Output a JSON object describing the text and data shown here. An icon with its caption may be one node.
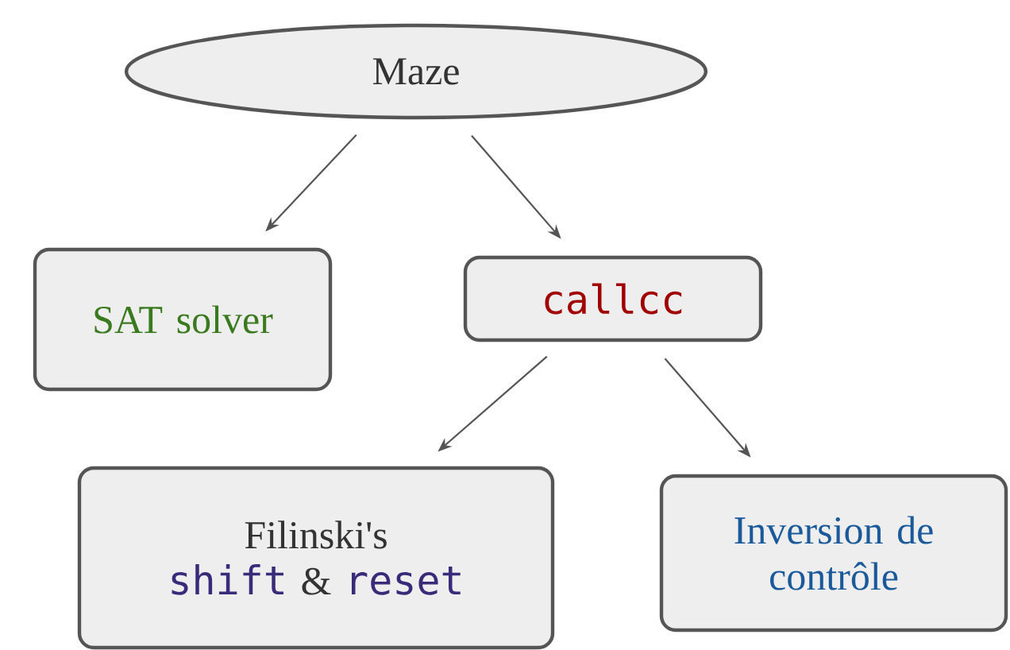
{
  "diagram": {
    "nodes": [
      {
        "text": [
          "Maze"
        ]
      },
      {
        "text": [
          "SAT solver"
        ]
      },
      {
        "text": [
          "callcc"
        ]
      },
      {
        "text": [
          "Filinski's",
          "shift",
          "&",
          "reset"
        ]
      },
      {
        "text": [
          "Inversion de contrôle"
        ]
      }
    ],
    "edges": [
      {
        "from": 0,
        "to": 1,
        "arrow": "to"
      },
      {
        "from": 0,
        "to": 2,
        "arrow": "to"
      },
      {
        "from": 2,
        "to": 3,
        "arrow": "to"
      },
      {
        "from": 2,
        "to": 4,
        "arrow": "to"
      }
    ]
  }
}
